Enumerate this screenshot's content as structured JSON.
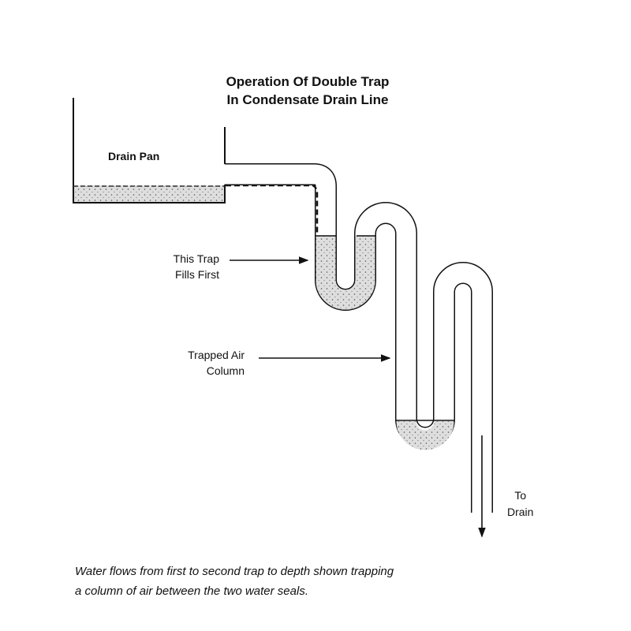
{
  "title": {
    "line1": "Operation Of Double Trap",
    "line2": "In Condensate Drain Line"
  },
  "labels": {
    "drain_pan": "Drain Pan",
    "first_trap_line1": "This Trap",
    "first_trap_line2": "Fills First",
    "air_line1": "Trapped Air",
    "air_line2": "Column",
    "to": "To",
    "drain": "Drain"
  },
  "caption": {
    "line1": "Water flows from first to second trap to depth shown trapping",
    "line2": "a column of air between the two water seals."
  },
  "colors": {
    "ink": "#111111",
    "water": "#d8d8d8"
  }
}
